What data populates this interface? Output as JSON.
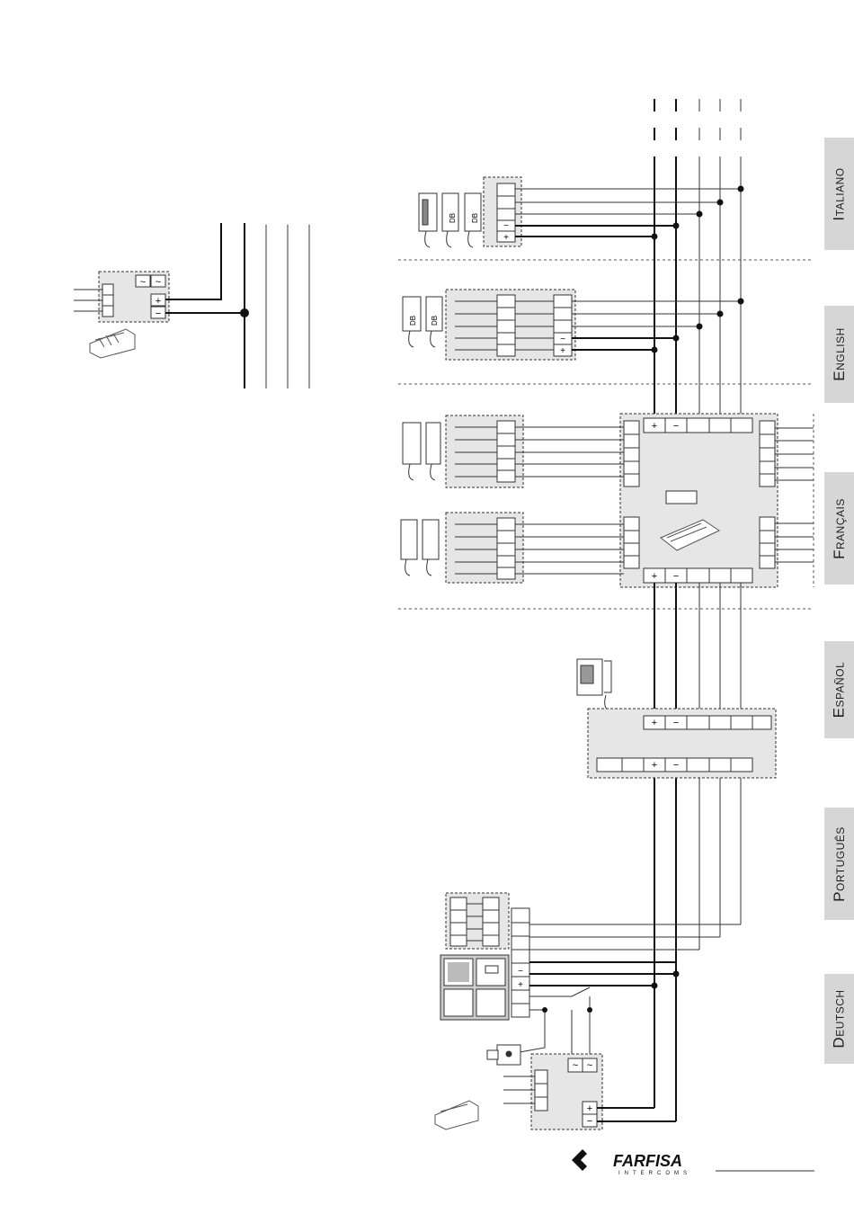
{
  "languages": [
    "Italiano",
    "English",
    "Français",
    "Español",
    "Português",
    "Deutsch"
  ],
  "logo": {
    "brand": "FARFISA",
    "sub": "INTERCOMS"
  },
  "terminals": {
    "plus": "+",
    "minus": "−",
    "ac": "~",
    "handset": "DB"
  },
  "colors": {
    "wire": "#111111",
    "module_fill": "#e6e6e6",
    "tab_fill": "#d6d6d6",
    "outline": "#333333"
  }
}
